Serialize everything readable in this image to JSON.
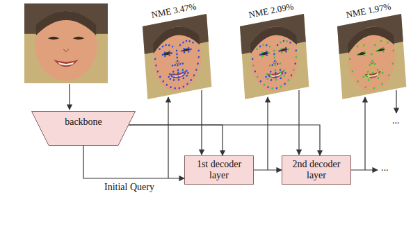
{
  "diagram": {
    "nodes": [
      {
        "text": [
          "backbone"
        ]
      },
      {
        "text": [
          "1st decoder layer"
        ]
      },
      {
        "text": [
          "2nd decoder layer"
        ]
      }
    ],
    "edges": [
      {
        "from": 0,
        "to": 1,
        "arrow": "to",
        "label": "Initial Query"
      },
      {
        "from": 0,
        "to": 1,
        "arrow": "to"
      },
      {
        "from": 0,
        "to": 2,
        "arrow": "to"
      },
      {
        "from": 1,
        "to": 2,
        "arrow": "to"
      }
    ],
    "labels": [
      "NME 3.47%",
      "NME 2.09%",
      "NME 1.97%",
      "...",
      "..."
    ]
  }
}
